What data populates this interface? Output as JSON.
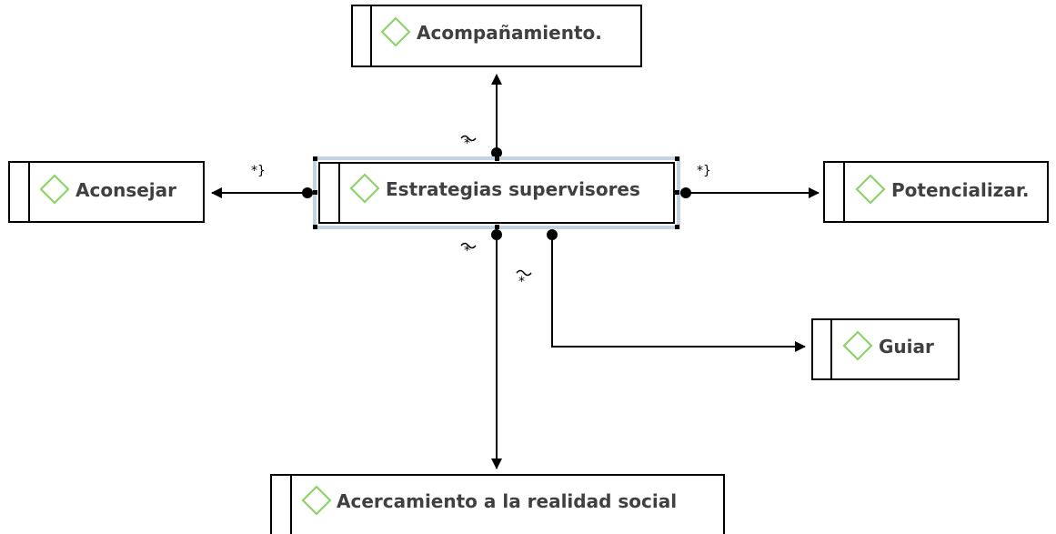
{
  "diagram": {
    "nodes": {
      "center": {
        "label": "Estrategias supervisores"
      },
      "top": {
        "label": "Acompañamiento."
      },
      "left": {
        "label": "Aconsejar"
      },
      "right": {
        "label": "Potencializar."
      },
      "guiar": {
        "label": "Guiar"
      },
      "bottom": {
        "label": "Acercamiento a la realidad social"
      }
    },
    "multiplicities": {
      "top": "*",
      "left": "*}",
      "right": "*}",
      "bottom": "*",
      "guiar": "*"
    },
    "colors": {
      "diamond": "#8fd16f",
      "selection": "#c5d3e0",
      "box_border": "#000000",
      "text": "#404040"
    },
    "icons": [
      "diamond-icon",
      "arrow-head-icon",
      "connector-dot-icon"
    ]
  }
}
